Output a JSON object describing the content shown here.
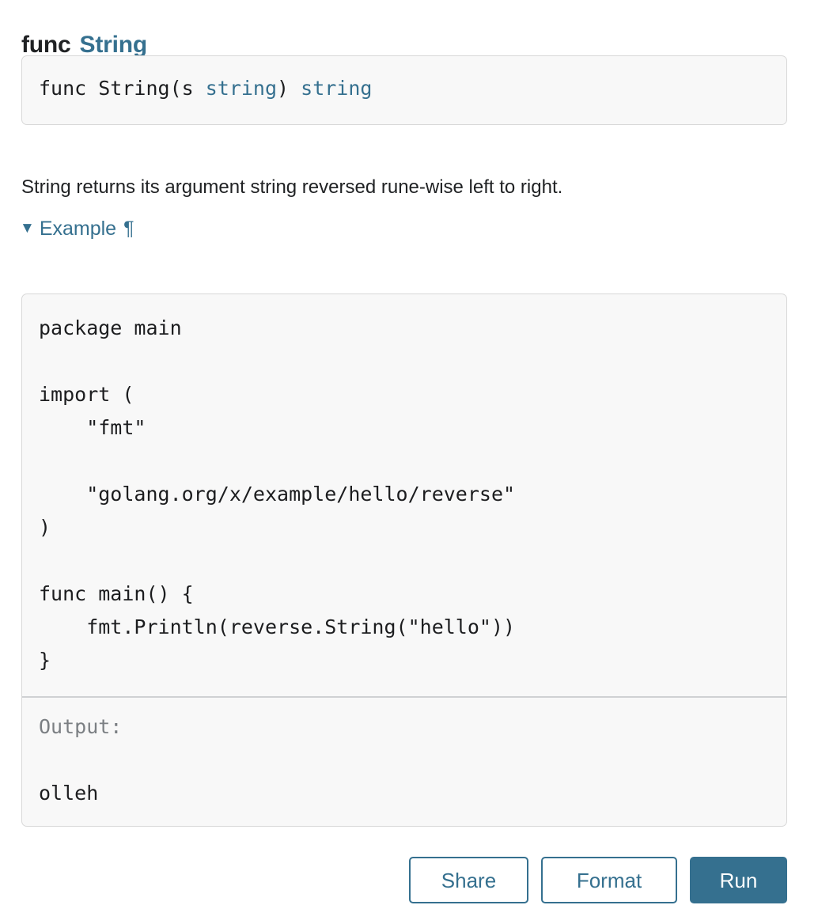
{
  "heading": {
    "keyword": "func",
    "name": "String"
  },
  "signature": {
    "prefix": "func String(s ",
    "param_type": "string",
    "middle": ") ",
    "return_type": "string"
  },
  "description": "String returns its argument string reversed rune-wise left to right.",
  "example_summary": {
    "toggle_icon": "triangle-down-icon",
    "toggle_glyph": "▼",
    "label": "Example",
    "anchor_glyph": "¶"
  },
  "example": {
    "code": "package main\n\nimport (\n    \"fmt\"\n\n    \"golang.org/x/example/hello/reverse\"\n)\n\nfunc main() {\n    fmt.Println(reverse.String(\"hello\"))\n}",
    "output_label": "Output:",
    "output_value": "olleh"
  },
  "buttons": {
    "share": "Share",
    "format": "Format",
    "run": "Run"
  },
  "colors": {
    "accent": "#35708f",
    "text": "#202224",
    "code_text": "#1c1d1f",
    "muted": "#7b7f83",
    "box_background": "#f8f8f8",
    "box_border": "#d8d8d8",
    "divider": "#cfd1d3"
  }
}
